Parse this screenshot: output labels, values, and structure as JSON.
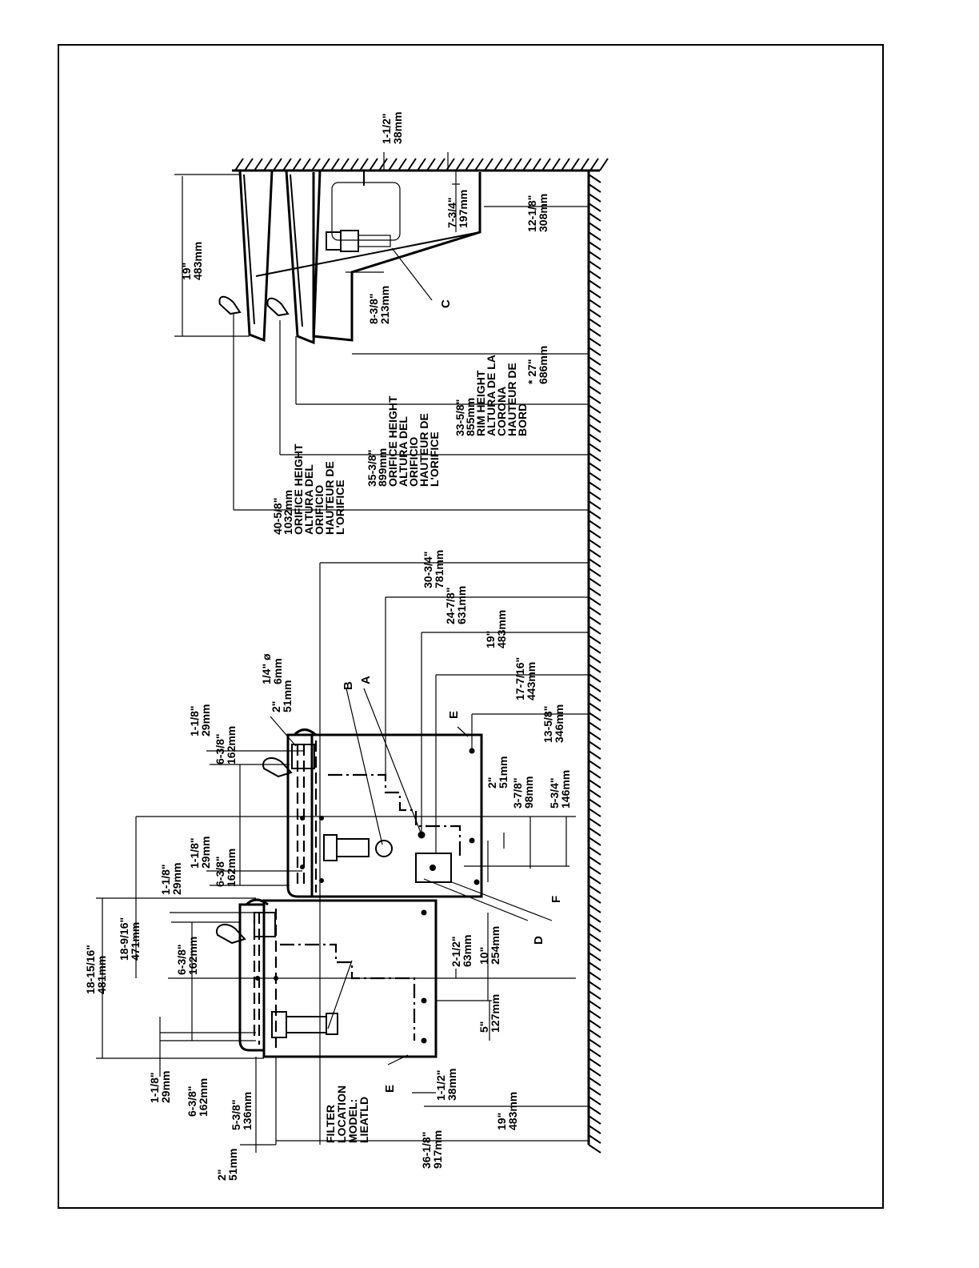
{
  "dimensions": {
    "d_1_1_2_38": [
      "1-1/2\"",
      "38mm"
    ],
    "d_19_483_top": [
      "19\"",
      "483mm"
    ],
    "d_7_3_4": [
      "7-3/4\"",
      "197mm"
    ],
    "d_12_1_8": [
      "12-1/8\"",
      "308mm"
    ],
    "d_8_3_8": [
      "8-3/8\"",
      "213mm"
    ],
    "d_27": [
      "* 27\"",
      "686mm"
    ],
    "d_33_5_8": [
      "33-5/8\"",
      "855mm",
      "RIM HEIGHT",
      "ALTURA DE LA",
      "CORONA",
      "HAUTEUR DE",
      "BORD"
    ],
    "d_35_3_8": [
      "35-3/8\"",
      "899mm",
      "ORIFICE HEIGHT",
      "ALTURA DEL",
      "ORIFICIO",
      "HAUTEUR DE",
      "L'ORIFICE"
    ],
    "d_40_5_8": [
      "40-5/8\"",
      "1032mm",
      "ORIFICE HEIGHT",
      "ALTURA DEL",
      "ORIFICIO",
      "HAUTEUR DE",
      "L'ORIFICE"
    ],
    "d_30_3_4": [
      "30-3/4\"",
      "781mm"
    ],
    "d_24_7_8": [
      "24-7/8\"",
      "631mm"
    ],
    "d_19_483_mid": [
      "19\"",
      "483mm"
    ],
    "d_17_7_16": [
      "17-7/16\"",
      "443mm"
    ],
    "d_13_5_8": [
      "13-5/8\"",
      "346mm"
    ],
    "d_1_4": [
      "1/4\" ø",
      "6mm"
    ],
    "d_2_51_a": [
      "2\"",
      "51mm"
    ],
    "d_1_1_8_a": [
      "1-1/8\"",
      "29mm"
    ],
    "d_6_3_8_a": [
      "6-3/8\"",
      "162mm"
    ],
    "d_1_1_8_b": [
      "1-1/8\"",
      "29mm"
    ],
    "d_6_3_8_b": [
      "6-3/8\"",
      "162mm"
    ],
    "d_1_1_8_c": [
      "1-1/8\"",
      "29mm"
    ],
    "d_2_51_b": [
      "2\"",
      "51mm"
    ],
    "d_3_7_8": [
      "3-7/8\"",
      "98mm"
    ],
    "d_5_3_4": [
      "5-3/4\"",
      "146mm"
    ],
    "d_18_9_16": [
      "18-9/16\"",
      "471mm"
    ],
    "d_18_15_16": [
      "18-15/16\"",
      "481mm"
    ],
    "d_6_3_8_c": [
      "6-3/8\"",
      "162mm"
    ],
    "d_2_1_2": [
      "2-1/2\"",
      "63mm"
    ],
    "d_10": [
      "10\"",
      "254mm"
    ],
    "d_5": [
      "5\"",
      "127mm"
    ],
    "d_1_1_2_b": [
      "1-1/2\"",
      "38mm"
    ],
    "d_19_483_bot": [
      "19\"",
      "483mm"
    ],
    "d_36_1_8": [
      "36-1/8\"",
      "917mm"
    ],
    "d_1_1_8_d": [
      "1-1/8\"",
      "29mm"
    ],
    "d_6_3_8_d": [
      "6-3/8\"",
      "162mm"
    ],
    "d_5_3_8": [
      "5-3/8\"",
      "136mm"
    ],
    "d_2_51_c": [
      "2\"",
      "51mm"
    ]
  },
  "notes": {
    "filter": [
      "FILTER",
      "LOCATION",
      "MODEL:",
      "LIEATLD"
    ]
  },
  "callouts": {
    "A": "A",
    "B": "B",
    "C": "C",
    "D": "D",
    "E1": "E",
    "E2": "E",
    "F": "F"
  }
}
